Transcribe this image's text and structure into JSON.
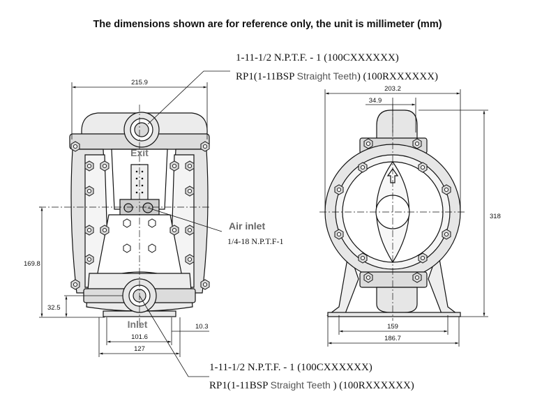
{
  "title": "The dimensions shown are for reference only, the unit is millimeter (mm)",
  "callouts": {
    "top_npt": "1-11-1/2 N.P.T.F. - 1 (100CXXXXXX)",
    "top_bsp_a": "RP1(1-11BSP",
    "top_bsp_b": "Straight Teeth",
    "top_bsp_c": ") (100RXXXXXX)",
    "air_inlet": "Air inlet",
    "air_inlet_spec": "1/4-18 N.P.T.F-1",
    "bottom_npt": "1-11-1/2 N.P.T.F. - 1 (100CXXXXXX)",
    "bottom_bsp_a": "RP1(1-11BSP",
    "bottom_bsp_b": "Straight Teeth",
    "bottom_bsp_c": ") (100RXXXXXX)"
  },
  "front_view": {
    "exit_label": "Exit",
    "inlet_label": "Inlet",
    "dims": {
      "width_top": "215.9",
      "height_center": "169.8",
      "height_base": "32.5",
      "foot_width": "101.6",
      "base_width": "127",
      "foot_offset": "10.3"
    }
  },
  "side_view": {
    "dims": {
      "width_top": "203.2",
      "port_offset": "34.9",
      "height": "318",
      "foot_spacing": "159",
      "base_width": "186.7"
    }
  }
}
